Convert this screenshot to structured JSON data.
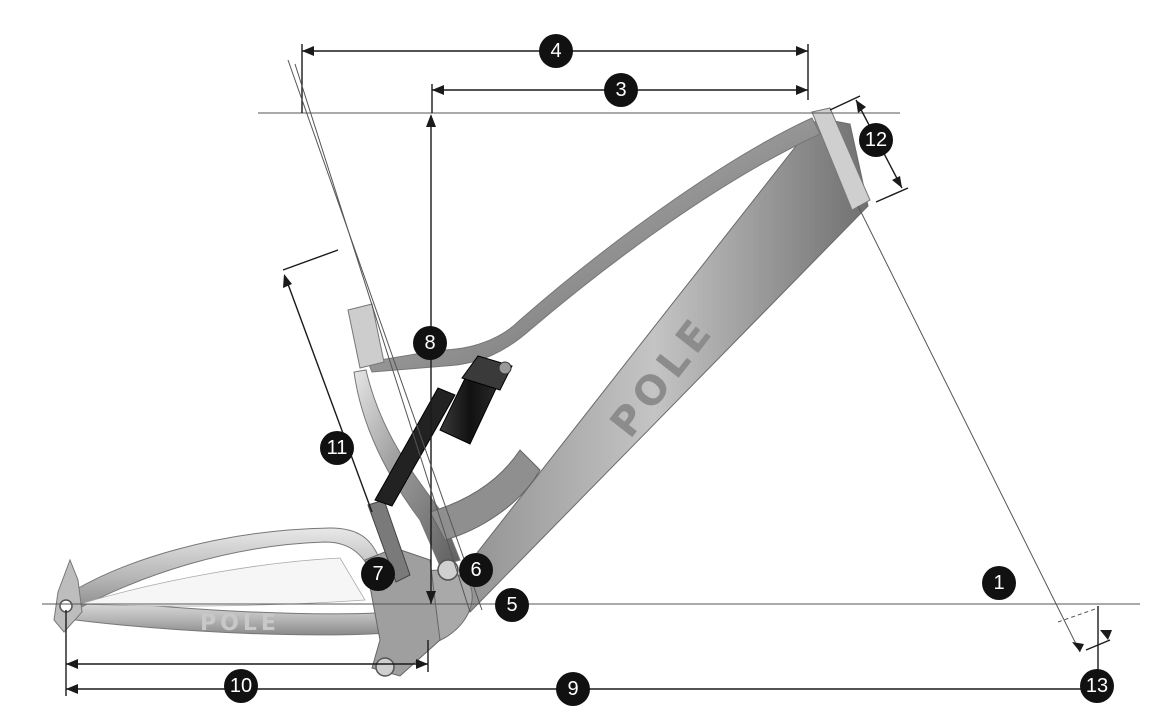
{
  "brand": {
    "downtube_logo": "POLE",
    "chainstay_logo": "POLE"
  },
  "markers": [
    {
      "id": "marker-1",
      "label": "1"
    },
    {
      "id": "marker-3",
      "label": "3"
    },
    {
      "id": "marker-4",
      "label": "4"
    },
    {
      "id": "marker-5",
      "label": "5"
    },
    {
      "id": "marker-6",
      "label": "6"
    },
    {
      "id": "marker-7",
      "label": "7"
    },
    {
      "id": "marker-8",
      "label": "8"
    },
    {
      "id": "marker-9",
      "label": "9"
    },
    {
      "id": "marker-10",
      "label": "10"
    },
    {
      "id": "marker-11",
      "label": "11"
    },
    {
      "id": "marker-12",
      "label": "12"
    },
    {
      "id": "marker-13",
      "label": "13"
    }
  ],
  "colors": {
    "frame_light": "#d9d9d9",
    "frame_mid": "#a8a8a8",
    "frame_dark": "#6e6e6e",
    "shock_body": "#1c1c1c",
    "marker_fill": "#111111",
    "marker_text": "#ffffff",
    "line": "#1a1a1a"
  }
}
